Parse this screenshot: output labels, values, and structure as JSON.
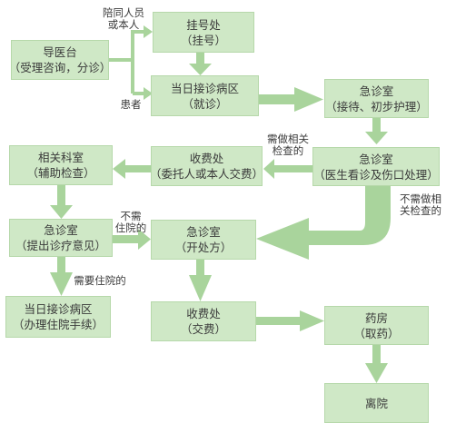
{
  "boxes": {
    "guide": {
      "title": "导医台",
      "sub": "（受理咨询，分诊）"
    },
    "register": {
      "title": "挂号处",
      "sub": "（挂号）"
    },
    "sameday_visit": {
      "title": "当日接诊病区",
      "sub": "（就诊）"
    },
    "er_reception": {
      "title": "急诊室",
      "sub": "（接待、初步护理）"
    },
    "er_diagnosis": {
      "title": "急诊室",
      "sub": "（医生看诊及伤口处理）"
    },
    "payment_exam": {
      "title": "收费处",
      "sub": "（委托人或本人交费）"
    },
    "related_dept": {
      "title": "相关科室",
      "sub": "（辅助检查）"
    },
    "er_opinion": {
      "title": "急诊室",
      "sub": "（提出诊疗意见）"
    },
    "er_prescribe": {
      "title": "急诊室",
      "sub": "（开处方）"
    },
    "sameday_admit": {
      "title": "当日接诊病区",
      "sub": "（办理住院手续）"
    },
    "payment_fee": {
      "title": "收费处",
      "sub": "（交费）"
    },
    "pharmacy": {
      "title": "药房",
      "sub": "（取药）"
    },
    "discharge": {
      "title": "离院"
    }
  },
  "labels": {
    "companion": {
      "line1": "陪同人员",
      "line2": "或本人"
    },
    "patient": {
      "line1": "患者"
    },
    "need_exam": {
      "line1": "需做相关",
      "line2": "检查的"
    },
    "no_exam": {
      "line1": "不需做相",
      "line2": "关检查的"
    },
    "no_admit": {
      "line1": "不需",
      "line2": "住院的"
    },
    "need_admit": {
      "line1": "需要住院的"
    }
  },
  "colors": {
    "box_fill": "#cfe8c6",
    "box_border": "#b6d8aa",
    "arrow": "#a9d49c",
    "text": "#3a3a3a"
  }
}
